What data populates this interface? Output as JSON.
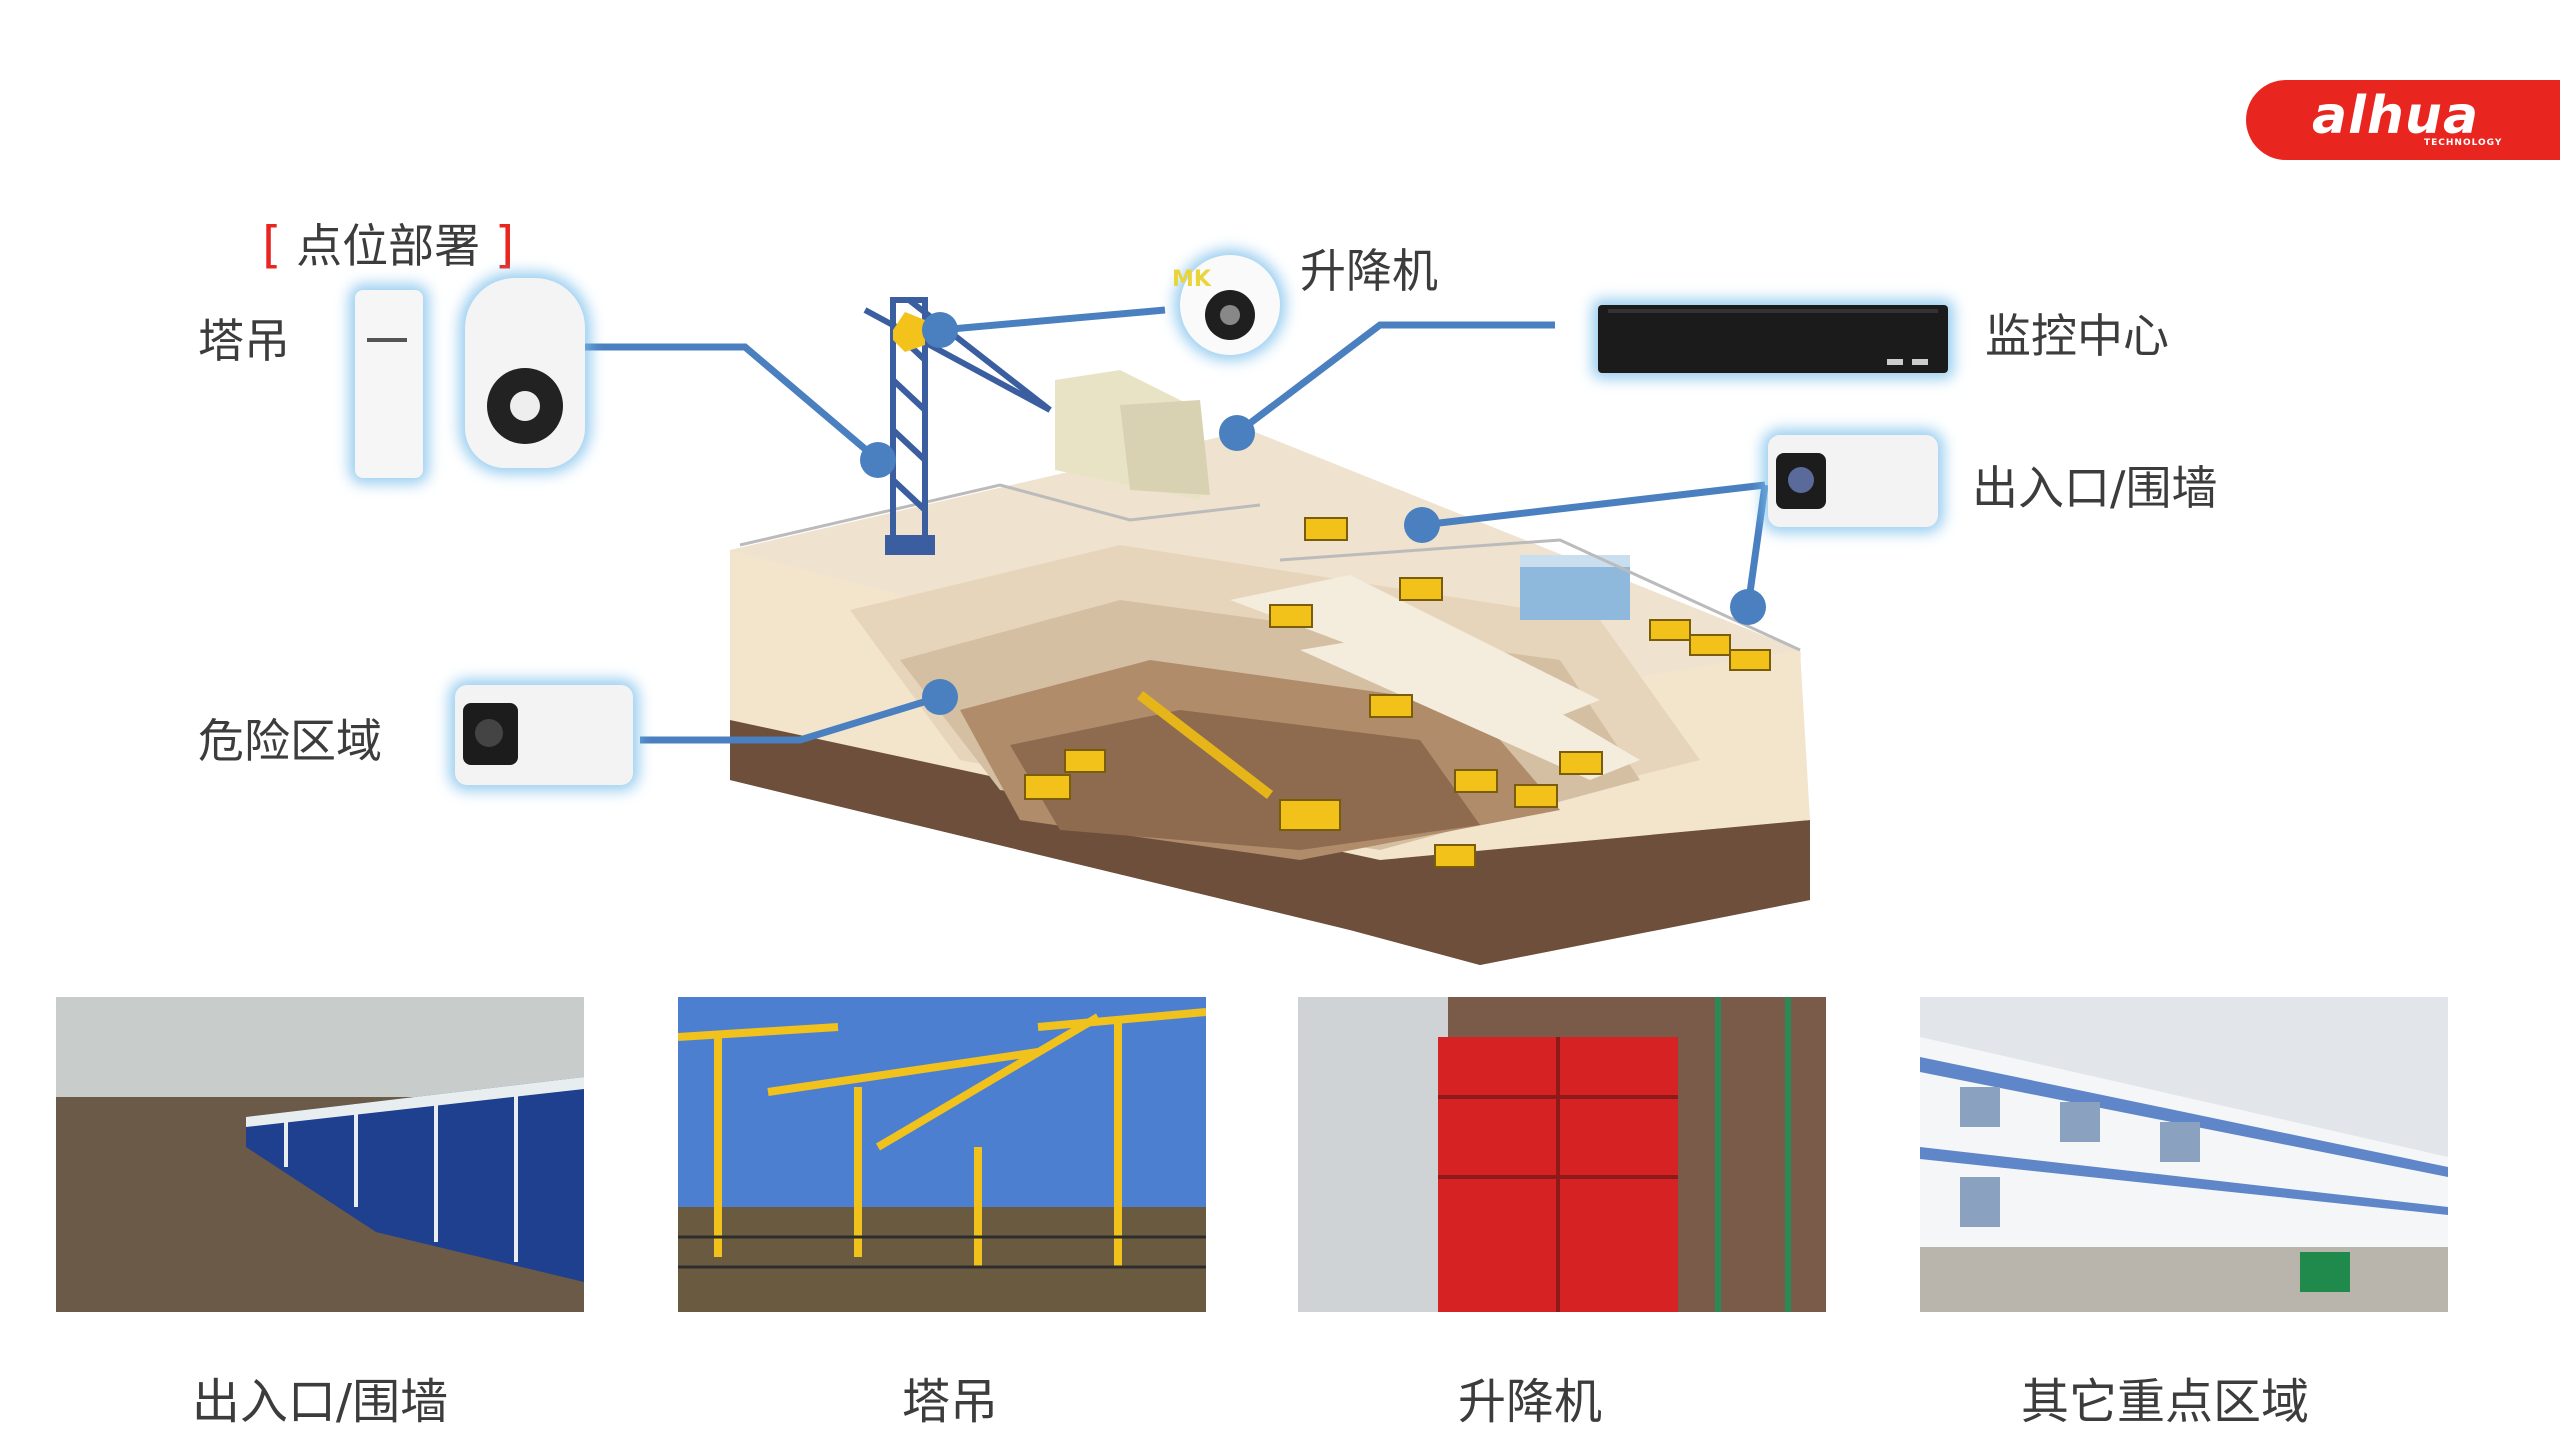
{
  "brand": {
    "name": "alhua",
    "sub": "TECHNOLOGY",
    "color": "#e8251f"
  },
  "section": {
    "bracket_open": "[",
    "title": "点位部署",
    "bracket_close": "]"
  },
  "labels": {
    "tower_crane": "塔吊",
    "elevator": "升降机",
    "monitor_center": "监控中心",
    "entrance": "出入口/围墙",
    "danger_zone": "危险区域"
  },
  "dome_overlay": "MK",
  "photos": [
    {
      "caption": "出入口/围墙",
      "icon": "fence-photo"
    },
    {
      "caption": "塔吊",
      "icon": "tower-crane-photo"
    },
    {
      "caption": "升降机",
      "icon": "construction-elevator-photo"
    },
    {
      "caption": "其它重点区域",
      "icon": "site-dormitory-photo"
    }
  ],
  "colors": {
    "connector": "#4a7fc0",
    "accent": "#e8251f",
    "text": "#3c3c3c"
  }
}
